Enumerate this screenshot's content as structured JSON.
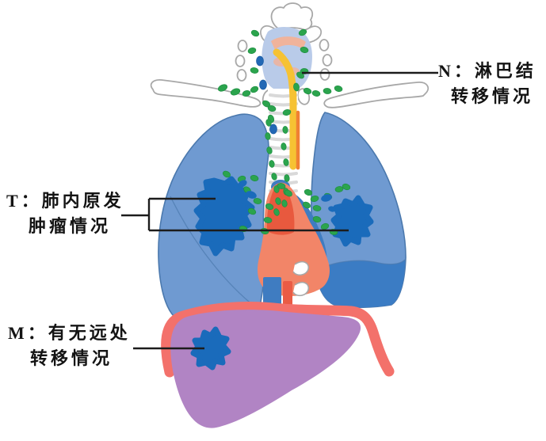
{
  "annotations": {
    "n": {
      "line1": "N：淋巴结",
      "line2": "转移情况"
    },
    "t": {
      "line1": "T：肺内原发",
      "line2": "肿瘤情况"
    },
    "m": {
      "line1": "M：有无远处",
      "line2": "转移情况"
    }
  },
  "colors": {
    "lung": "#6F9AD1",
    "lungDark": "#3B7CC4",
    "lungLine": "#4B79AE",
    "tumor": "#1A6BBB",
    "node": "#2BA44D",
    "nodeBlue": "#2268B5",
    "heart": "#F28568",
    "heartDark": "#E8593E",
    "vessel": "#3F7CC1",
    "aorta": "#F3716B",
    "aortaRed": "#EA5B45",
    "liver": "#B184C4",
    "bone": "#A8A8A8",
    "ring": "#D9D9D9",
    "larynx": "#B9CBE9",
    "larynxPink": "#F0B39B",
    "yellow": "#F6C233",
    "orange": "#F08033",
    "line": "#1C1C1C"
  },
  "nodes": {
    "green": [
      [
        322,
        42,
        25,
        5,
        3.5
      ],
      [
        318,
        64,
        -15,
        5,
        3.5
      ],
      [
        321,
        89,
        10,
        5,
        3.5
      ],
      [
        382,
        41,
        -25,
        5,
        3.5
      ],
      [
        384,
        63,
        15,
        5,
        3.5
      ],
      [
        384,
        90,
        0,
        5,
        3.5
      ],
      [
        281,
        111,
        -25,
        6,
        3.8
      ],
      [
        297,
        116,
        -20,
        6,
        3.8
      ],
      [
        311,
        118,
        -15,
        5,
        3.5
      ],
      [
        321,
        113,
        -25,
        5,
        3.5
      ],
      [
        336,
        131,
        30,
        5,
        3.5
      ],
      [
        342,
        150,
        70,
        5,
        3.5
      ],
      [
        379,
        95,
        35,
        5,
        3.5
      ],
      [
        374,
        110,
        80,
        5,
        3.5
      ],
      [
        388,
        115,
        20,
        5,
        3.5
      ],
      [
        399,
        118,
        12,
        5,
        3.5
      ],
      [
        413,
        115,
        8,
        5,
        3.5
      ],
      [
        427,
        112,
        15,
        5,
        3.5
      ],
      [
        343,
        137,
        15,
        5,
        3.5
      ],
      [
        339,
        155,
        75,
        4.5,
        3.2
      ],
      [
        338,
        172,
        80,
        4.5,
        3.2
      ],
      [
        340,
        190,
        75,
        4.5,
        3.2
      ],
      [
        343,
        207,
        80,
        4.5,
        3.2
      ],
      [
        346,
        223,
        75,
        4.5,
        3.2
      ],
      [
        349,
        239,
        80,
        4.5,
        3.2
      ],
      [
        351,
        254,
        75,
        4.5,
        3.2
      ],
      [
        349,
        268,
        70,
        4.5,
        3.2
      ],
      [
        362,
        142,
        -15,
        5,
        3.5
      ],
      [
        360,
        164,
        85,
        4.5,
        3.2
      ],
      [
        358,
        185,
        80,
        4.5,
        3.2
      ],
      [
        361,
        205,
        78,
        4.5,
        3.2
      ],
      [
        362,
        225,
        82,
        4.5,
        3.2
      ],
      [
        361,
        242,
        76,
        4.5,
        3.2
      ],
      [
        359,
        257,
        80,
        4.5,
        3.2
      ],
      [
        355,
        235,
        10,
        5,
        3.5
      ],
      [
        364,
        244,
        35,
        5,
        3.5
      ],
      [
        340,
        261,
        20,
        5,
        3.5
      ],
      [
        338,
        278,
        10,
        5,
        3.5
      ],
      [
        334,
        292,
        15,
        5,
        3.5
      ],
      [
        286,
        220,
        30,
        5,
        3.5
      ],
      [
        305,
        226,
        -20,
        5,
        3.5
      ],
      [
        321,
        225,
        15,
        5,
        3.5
      ],
      [
        312,
        240,
        40,
        5,
        3.5
      ],
      [
        325,
        254,
        10,
        5,
        3.5
      ],
      [
        318,
        267,
        25,
        5,
        3.5
      ],
      [
        307,
        289,
        15,
        5,
        3.5
      ],
      [
        389,
        243,
        20,
        5,
        3.5
      ],
      [
        397,
        251,
        -15,
        5,
        3.5
      ],
      [
        387,
        259,
        30,
        5,
        3.5
      ],
      [
        400,
        263,
        10,
        5,
        3.5
      ],
      [
        414,
        248,
        25,
        5,
        3.5
      ],
      [
        428,
        239,
        -10,
        5,
        3.5
      ],
      [
        437,
        236,
        20,
        5,
        3.5
      ],
      [
        400,
        277,
        15,
        5,
        3.5
      ],
      [
        410,
        286,
        -20,
        5,
        3.5
      ],
      [
        421,
        293,
        10,
        5,
        3.5
      ]
    ],
    "blue": [
      [
        328,
        77,
        0,
        4.5,
        6
      ],
      [
        332,
        107,
        0,
        4.5,
        6
      ],
      [
        345,
        163,
        0,
        4.5,
        6
      ]
    ],
    "satellites": [
      [
        306,
        232,
        -30,
        6,
        4
      ],
      [
        317,
        246,
        20,
        7,
        4.5
      ],
      [
        412,
        250,
        -15,
        7,
        4.5
      ],
      [
        419,
        264,
        15,
        5,
        3.5
      ]
    ]
  }
}
